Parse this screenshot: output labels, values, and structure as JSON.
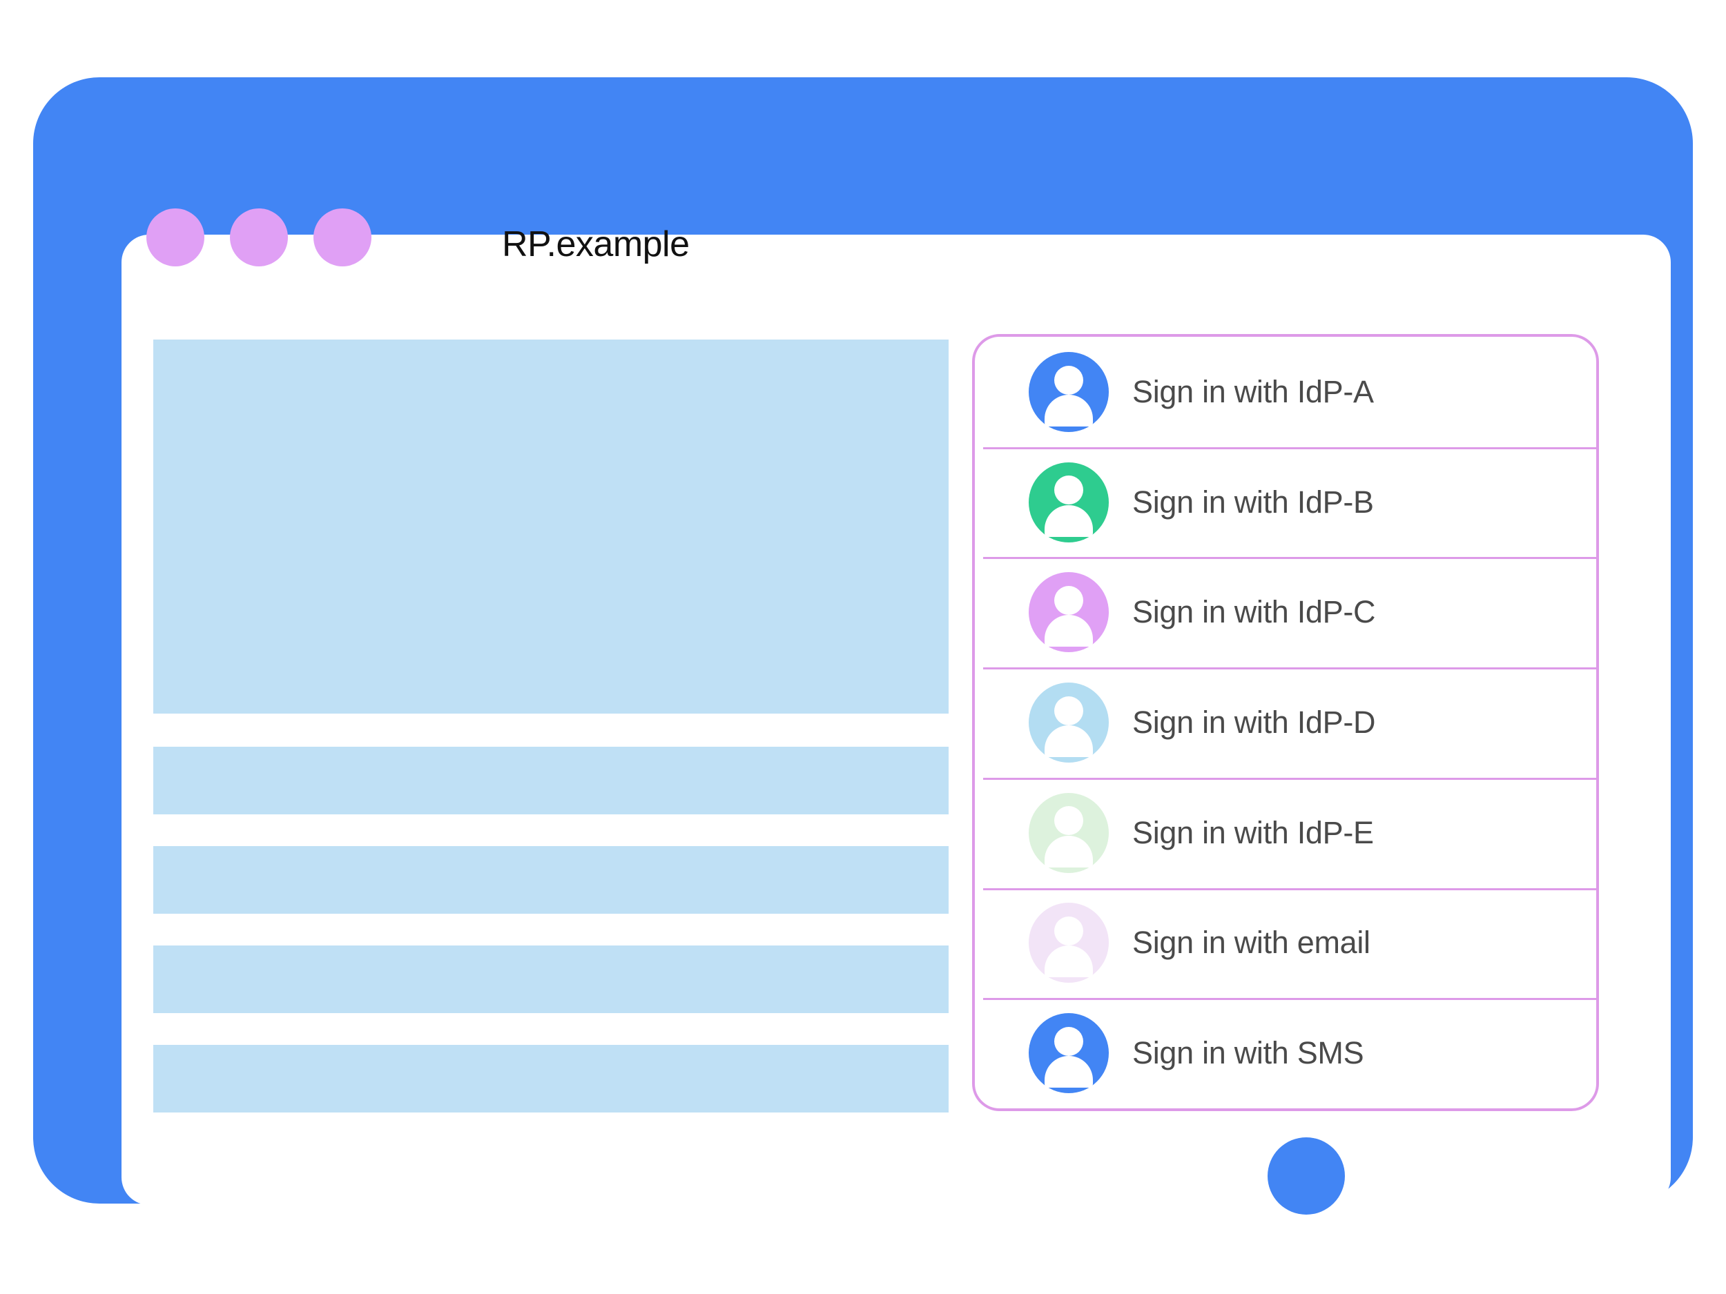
{
  "window": {
    "title": "RP.example",
    "dots": [
      "window-dot-1",
      "window-dot-2",
      "window-dot-3"
    ],
    "dot_color": "#e0a0f5",
    "frame_color": "#4285f4",
    "home_button": "home-button"
  },
  "content": {
    "placeholder_color": "#bfe0f5",
    "blocks": [
      {
        "name": "hero-placeholder",
        "kind": "hero"
      },
      {
        "name": "line-placeholder-1",
        "kind": "bar"
      },
      {
        "name": "line-placeholder-2",
        "kind": "bar"
      },
      {
        "name": "line-placeholder-3",
        "kind": "bar"
      },
      {
        "name": "line-placeholder-4",
        "kind": "bar"
      }
    ]
  },
  "signin_dialog": {
    "border_color": "#dd9ae8",
    "divider_color": "#dd9ae8",
    "text_color": "#4a4a4a",
    "options": [
      {
        "label": "Sign in with IdP-A",
        "avatar_icon": "person-avatar-icon",
        "avatar_color": "#4285f4"
      },
      {
        "label": "Sign in with IdP-B",
        "avatar_icon": "person-avatar-icon",
        "avatar_color": "#2ecc8f"
      },
      {
        "label": "Sign in with IdP-C",
        "avatar_icon": "person-avatar-icon",
        "avatar_color": "#e0a0f5"
      },
      {
        "label": "Sign in with IdP-D",
        "avatar_icon": "person-avatar-icon",
        "avatar_color": "#b3ddf2"
      },
      {
        "label": "Sign in with IdP-E",
        "avatar_icon": "person-avatar-icon",
        "avatar_color": "#ddf2dd"
      },
      {
        "label": "Sign in with email",
        "avatar_icon": "person-avatar-icon",
        "avatar_color": "#f2e4f7"
      },
      {
        "label": "Sign in with SMS",
        "avatar_icon": "person-avatar-icon",
        "avatar_color": "#4285f4"
      }
    ]
  }
}
